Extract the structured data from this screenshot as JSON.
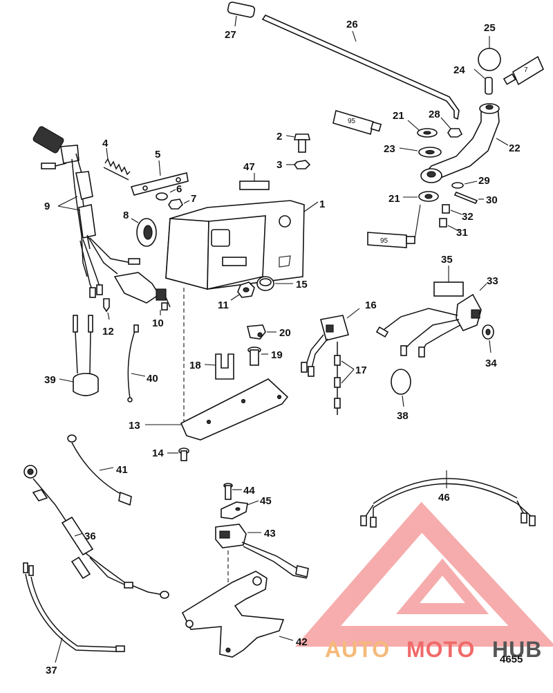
{
  "callouts": {
    "c1": "1",
    "c2": "2",
    "c3": "3",
    "c4": "4",
    "c5": "5",
    "c6": "6",
    "c7": "7",
    "c8": "8",
    "c9": "9",
    "c10": "10",
    "c11": "11",
    "c12": "12",
    "c13": "13",
    "c14": "14",
    "c15": "15",
    "c16": "16",
    "c17": "17",
    "c18": "18",
    "c19": "19",
    "c20": "20",
    "c21a": "21",
    "c21b": "21",
    "c22": "22",
    "c23": "23",
    "c24": "24",
    "c25": "25",
    "c26": "26",
    "c27": "27",
    "c28": "28",
    "c29": "29",
    "c30": "30",
    "c31": "31",
    "c32": "32",
    "c33": "33",
    "c34": "34",
    "c35": "35",
    "c36": "36",
    "c37": "37",
    "c38": "38",
    "c39": "39",
    "c40": "40",
    "c41": "41",
    "c42": "42",
    "c43": "43",
    "c44": "44",
    "c45": "45",
    "c46": "46",
    "c47": "47"
  },
  "tube_labels": {
    "tube_95_top": "95",
    "tube_95_bottom": "95",
    "tube_7": "7"
  },
  "figure_number": "4655",
  "watermark": {
    "part1": "AUTO",
    "part2": "MOTO",
    "part3": "HUB",
    "color_auto": "#f5b97a",
    "color_moto": "#f06a6a",
    "color_hub": "#555555"
  }
}
